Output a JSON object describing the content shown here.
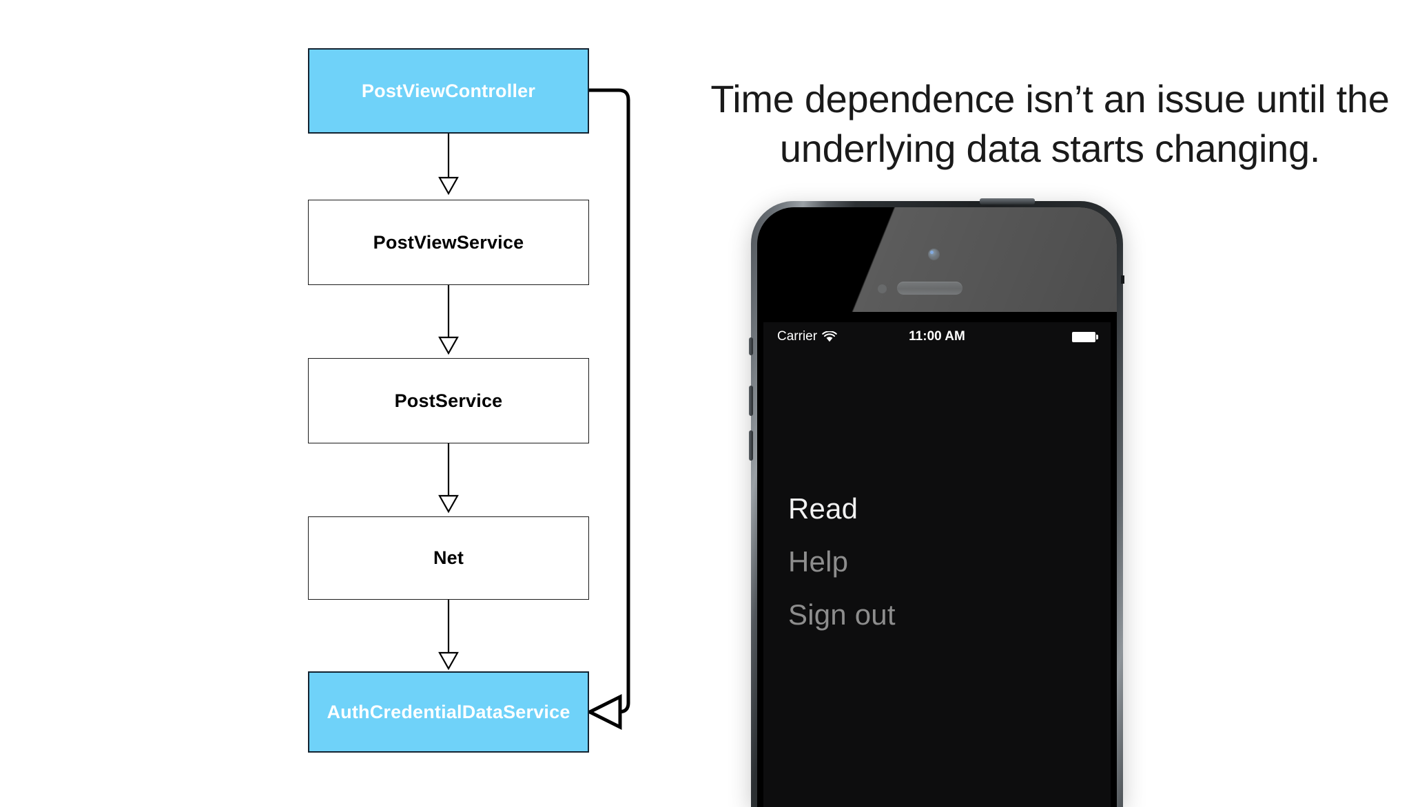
{
  "slide": {
    "background_color": "#ffffff",
    "headline": "Time dependence isn’t an issue until the underlying data starts changing."
  },
  "diagram": {
    "type": "flow-chart",
    "highlight_color": "#6fd2f9",
    "border_color": "#0d1b24",
    "plain_fill": "#ffffff",
    "nodes": [
      {
        "id": "post-view-controller",
        "label": "PostViewController",
        "style": "highlight"
      },
      {
        "id": "post-view-service",
        "label": "PostViewService",
        "style": "plain"
      },
      {
        "id": "post-service",
        "label": "PostService",
        "style": "plain"
      },
      {
        "id": "net",
        "label": "Net",
        "style": "plain"
      },
      {
        "id": "auth-credential-dataservice",
        "label": "AuthCredentialDataService",
        "style": "highlight"
      }
    ],
    "edges": [
      {
        "from": "post-view-controller",
        "to": "post-view-service",
        "arrowhead": "hollow-triangle",
        "routing": "straight-down"
      },
      {
        "from": "post-view-service",
        "to": "post-service",
        "arrowhead": "hollow-triangle",
        "routing": "straight-down"
      },
      {
        "from": "post-service",
        "to": "net",
        "arrowhead": "hollow-triangle",
        "routing": "straight-down"
      },
      {
        "from": "net",
        "to": "auth-credential-dataservice",
        "arrowhead": "hollow-triangle",
        "routing": "straight-down"
      },
      {
        "from": "post-view-controller",
        "to": "auth-credential-dataservice",
        "arrowhead": "hollow-triangle",
        "routing": "right-side-loop"
      }
    ]
  },
  "phone": {
    "device": "iPhone 5",
    "status_bar": {
      "carrier": "Carrier",
      "wifi_icon": "wifi-icon",
      "time": "11:00 AM",
      "battery_icon": "battery-full-icon"
    },
    "menu": {
      "items": [
        {
          "label": "Read",
          "state": "active"
        },
        {
          "label": "Help",
          "state": "dim"
        },
        {
          "label": "Sign out",
          "state": "dim"
        }
      ]
    },
    "hardware": {
      "power_button": "power-button",
      "silent_switch": "silent-switch",
      "volume_up": "volume-up-button",
      "volume_down": "volume-down-button",
      "camera": "front-camera",
      "speaker": "earpiece-speaker",
      "sensor": "proximity-sensor"
    }
  }
}
